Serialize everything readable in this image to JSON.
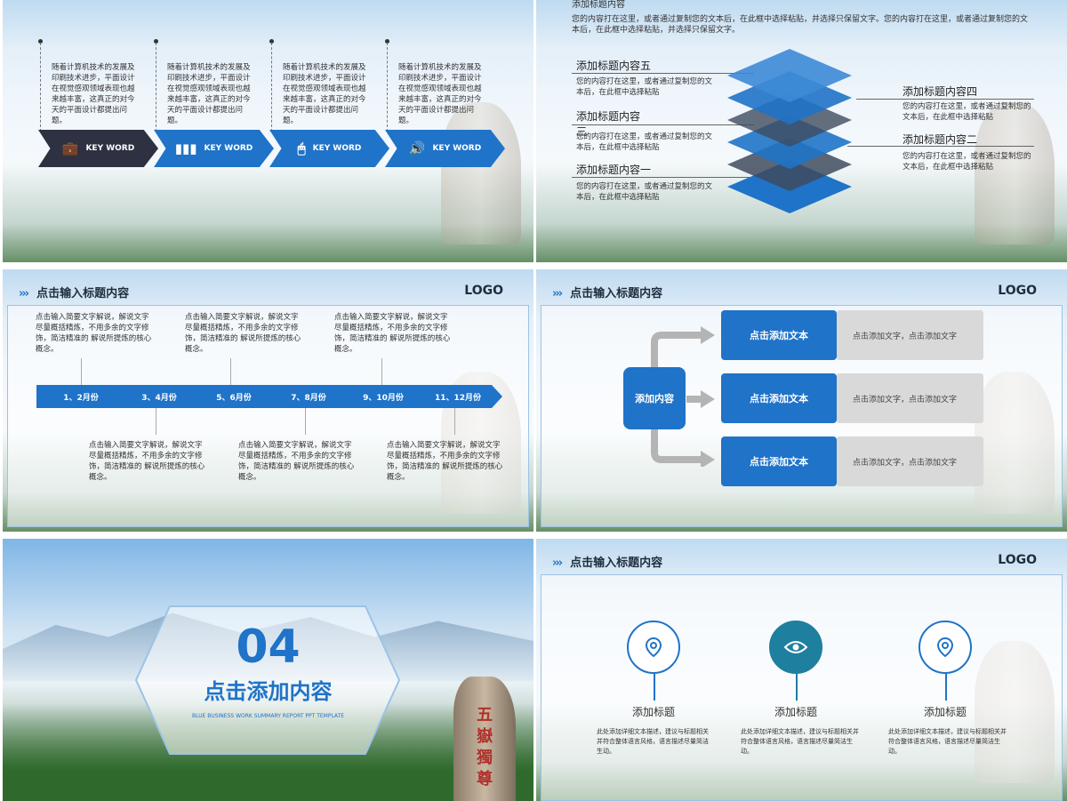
{
  "slide1": {
    "desc": "随着计算机技术的发展及印刷技术进步，平面设计在视觉感观领域表现也越来越丰富，这真正的对今天的平面设计都提出问题。",
    "keywords": [
      "KEY WORD",
      "KEY WORD",
      "KEY WORD",
      "KEY WORD"
    ],
    "colors": [
      "#2d3141",
      "#1f73c8",
      "#1f73c8",
      "#1f73c8"
    ]
  },
  "slide2": {
    "top_title": "添加标题内容",
    "top_desc": "您的内容打在这里，或者通过复制您的文本后，在此框中选择粘贴，并选择只保留文字。您的内容打在这里，或者通过复制您的文本后，在此框中选择粘贴，并选择只保留文字。",
    "left": [
      {
        "title": "添加标题内容五",
        "desc": "您的内容打在这里，或者通过复制您的文本后，在此框中选择粘贴"
      },
      {
        "title": "添加标题内容三",
        "desc": "您的内容打在这里，或者通过复制您的文本后，在此框中选择粘贴"
      },
      {
        "title": "添加标题内容一",
        "desc": "您的内容打在这里，或者通过复制您的文本后，在此框中选择粘贴"
      }
    ],
    "right": [
      {
        "title": "添加标题内容四",
        "desc": "您的内容打在这里，或者通过复制您的文本后，在此框中选择粘贴"
      },
      {
        "title": "添加标题内容二",
        "desc": "您的内容打在这里，或者通过复制您的文本后，在此框中选择粘贴"
      }
    ]
  },
  "slide3": {
    "header": "点击输入标题内容",
    "logo": "LOGO",
    "months": [
      "1、2月份",
      "3、4月份",
      "5、6月份",
      "7、8月份",
      "9、10月份",
      "11、12月份"
    ],
    "desc": "点击输入简要文字解说，解说文字尽量概括精炼，不用多余的文字修饰，简洁精准的 解说所提炼的核心概念。"
  },
  "slide4": {
    "header": "点击输入标题内容",
    "logo": "LOGO",
    "center": "添加内容",
    "blue": [
      "点击添加文本",
      "点击添加文本",
      "点击添加文本"
    ],
    "grey": [
      "点击添加文字，点击添加文字",
      "点击添加文字，点击添加文字",
      "点击添加文字，点击添加文字"
    ]
  },
  "slide5": {
    "number": "04",
    "title": "点击添加内容",
    "subtitle": "BLUE BUSINESS WORK SUMMARY REPORT PPT TEMPLATE",
    "stamp": "五嶽獨尊"
  },
  "slide6": {
    "header": "点击输入标题内容",
    "logo": "LOGO",
    "items": [
      {
        "title": "添加标题",
        "desc": "此处添加详细文本描述，建议与标题相关并符合整体语言风格，语言描述尽量简洁生动。"
      },
      {
        "title": "添加标题",
        "desc": "此处添加详细文本描述，建议与标题相关并符合整体语言风格，语言描述尽量简洁生动。"
      },
      {
        "title": "添加标题",
        "desc": "此处添加详细文本描述，建议与标题相关并符合整体语言风格，语言描述尽量简洁生动。"
      }
    ]
  }
}
